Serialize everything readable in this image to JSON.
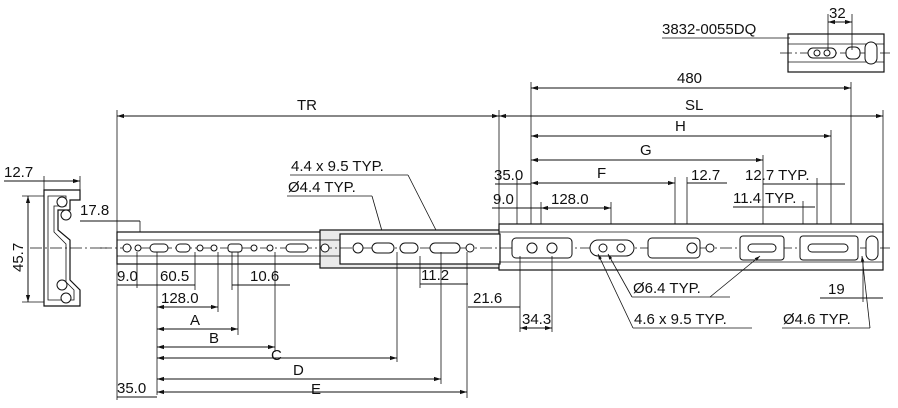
{
  "drawing": {
    "part_number": "3832-0055DQ",
    "labels": {
      "d32": "32",
      "d480": "480",
      "tr": "TR",
      "sl": "SL",
      "h": "H",
      "g": "G",
      "f": "F",
      "d35_top": "35.0",
      "d12_7_mid": "12.7",
      "typ_12_7": "12.7 TYP.",
      "d9_0_top": "9.0",
      "d128_top": "128.0",
      "typ_11_4": "11.4 TYP.",
      "slot_typ": "4.4 x 9.5 TYP.",
      "hole_typ": "Ø4.4 TYP.",
      "d12_7_left": "12.7",
      "d17_8": "17.8",
      "d45_7": "45.7",
      "d9_0_bot": "9.0",
      "d60_5": "60.5",
      "d10_6": "10.6",
      "d11_2": "11.2",
      "d21_6": "21.6",
      "d34_3": "34.3",
      "d128_bot": "128.0",
      "a": "A",
      "b": "B",
      "c": "C",
      "d": "D",
      "e": "E",
      "d35_bot": "35.0",
      "hole64": "Ø6.4 TYP.",
      "slot46": "4.6 x 9.5 TYP.",
      "d19": "19",
      "hole46": "Ø4.6 TYP."
    }
  }
}
